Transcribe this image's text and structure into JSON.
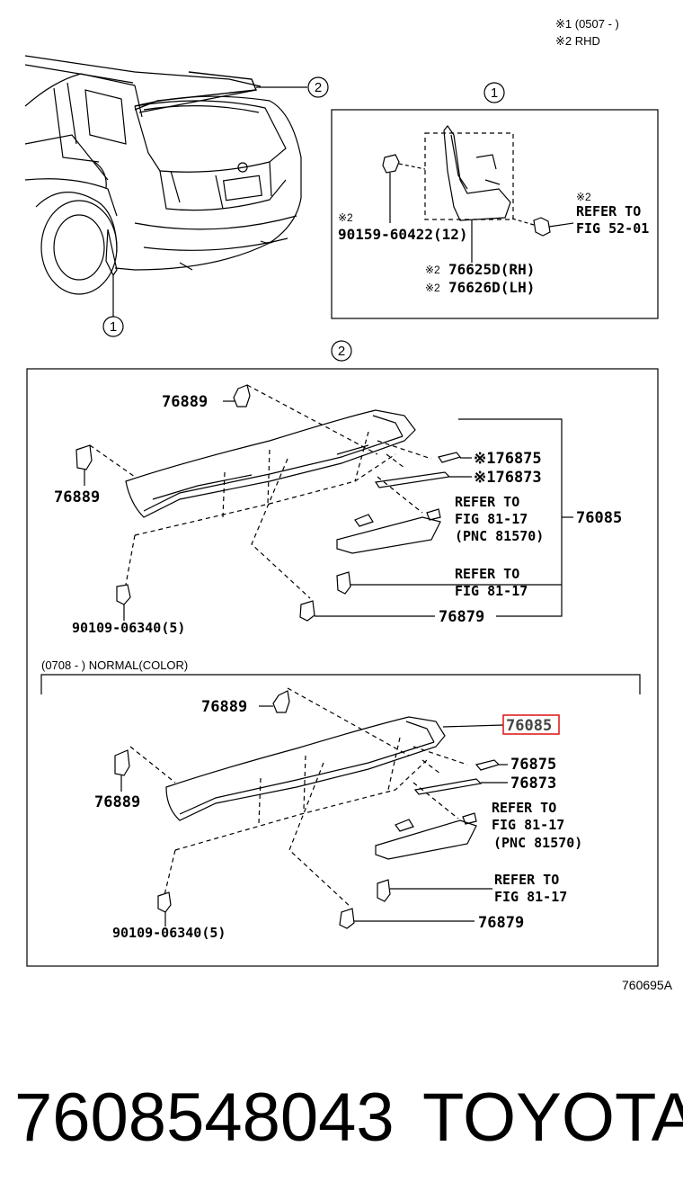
{
  "notes": {
    "note1": "※1 (0507 -        )",
    "note2": "※2 RHD"
  },
  "callouts": {
    "one": "1",
    "two": "2"
  },
  "box1": {
    "bolt_mark": "※2",
    "bolt_part": "90159-60422(12)",
    "refer_mark": "※2",
    "refer_line1": "REFER TO",
    "refer_line2": "FIG 52-01",
    "mud_mark_rh": "※2",
    "mud_part_rh": "76625D(RH)",
    "mud_mark_lh": "※2",
    "mud_part_lh": "76626D(LH)"
  },
  "box2_upper": {
    "clip_top": "76889",
    "clip_left": "76889",
    "tape_a": "※176875",
    "tape_b": "※176873",
    "lamp_refer_1": "REFER TO",
    "lamp_refer_2": "FIG 81-17",
    "lamp_refer_3": "(PNC 81570)",
    "spoiler": "76085",
    "screw_refer_1": "REFER TO",
    "screw_refer_2": "FIG 81-17",
    "nut_part": "90109-06340(5)",
    "clip_bottom": "76879"
  },
  "box2_lower": {
    "heading": "(0708 -         ) NORMAL(COLOR)",
    "clip_top": "76889",
    "clip_left": "76889",
    "spoiler_highlight": "76085",
    "highlight_color": "#e02020",
    "tape_a": "76875",
    "tape_b": "76873",
    "lamp_refer_1": "REFER TO",
    "lamp_refer_2": "FIG 81-17",
    "lamp_refer_3": "(PNC 81570)",
    "screw_refer_1": "REFER TO",
    "screw_refer_2": "FIG 81-17",
    "nut_part": "90109-06340(5)",
    "clip_bottom": "76879"
  },
  "figure_code": "760695A",
  "footer": {
    "part_number": "7608548043",
    "brand": "TOYOTA"
  }
}
